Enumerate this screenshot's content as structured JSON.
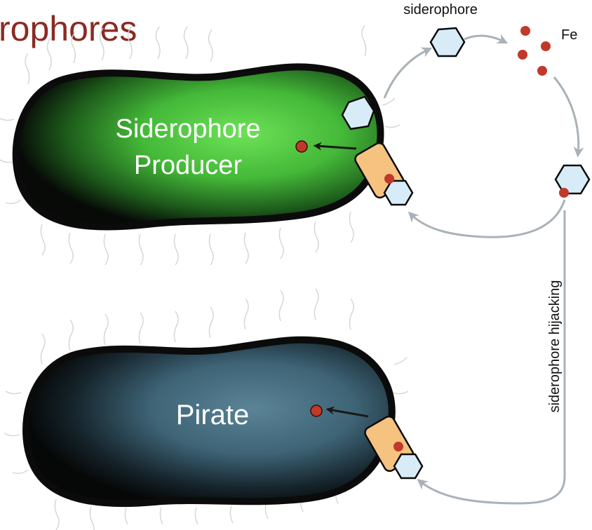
{
  "header": {
    "title": "rophores"
  },
  "labels": {
    "siderophore": "siderophore",
    "iron": "Fe",
    "producer_line1": "Siderophore",
    "producer_line2": "Producer",
    "pirate": "Pirate",
    "hijacking": "siderophore hijacking"
  },
  "colors": {
    "title": "#8B2A22",
    "producer_body": "#5fd24a",
    "pirate_body": "#4f7486",
    "cell_edge": "#0b0b0b",
    "siderophore_fill": "#d8ecf8",
    "iron": "#c0392b",
    "receptor": "#f5c27f",
    "cycle_arrow": "#a9b2b8"
  }
}
